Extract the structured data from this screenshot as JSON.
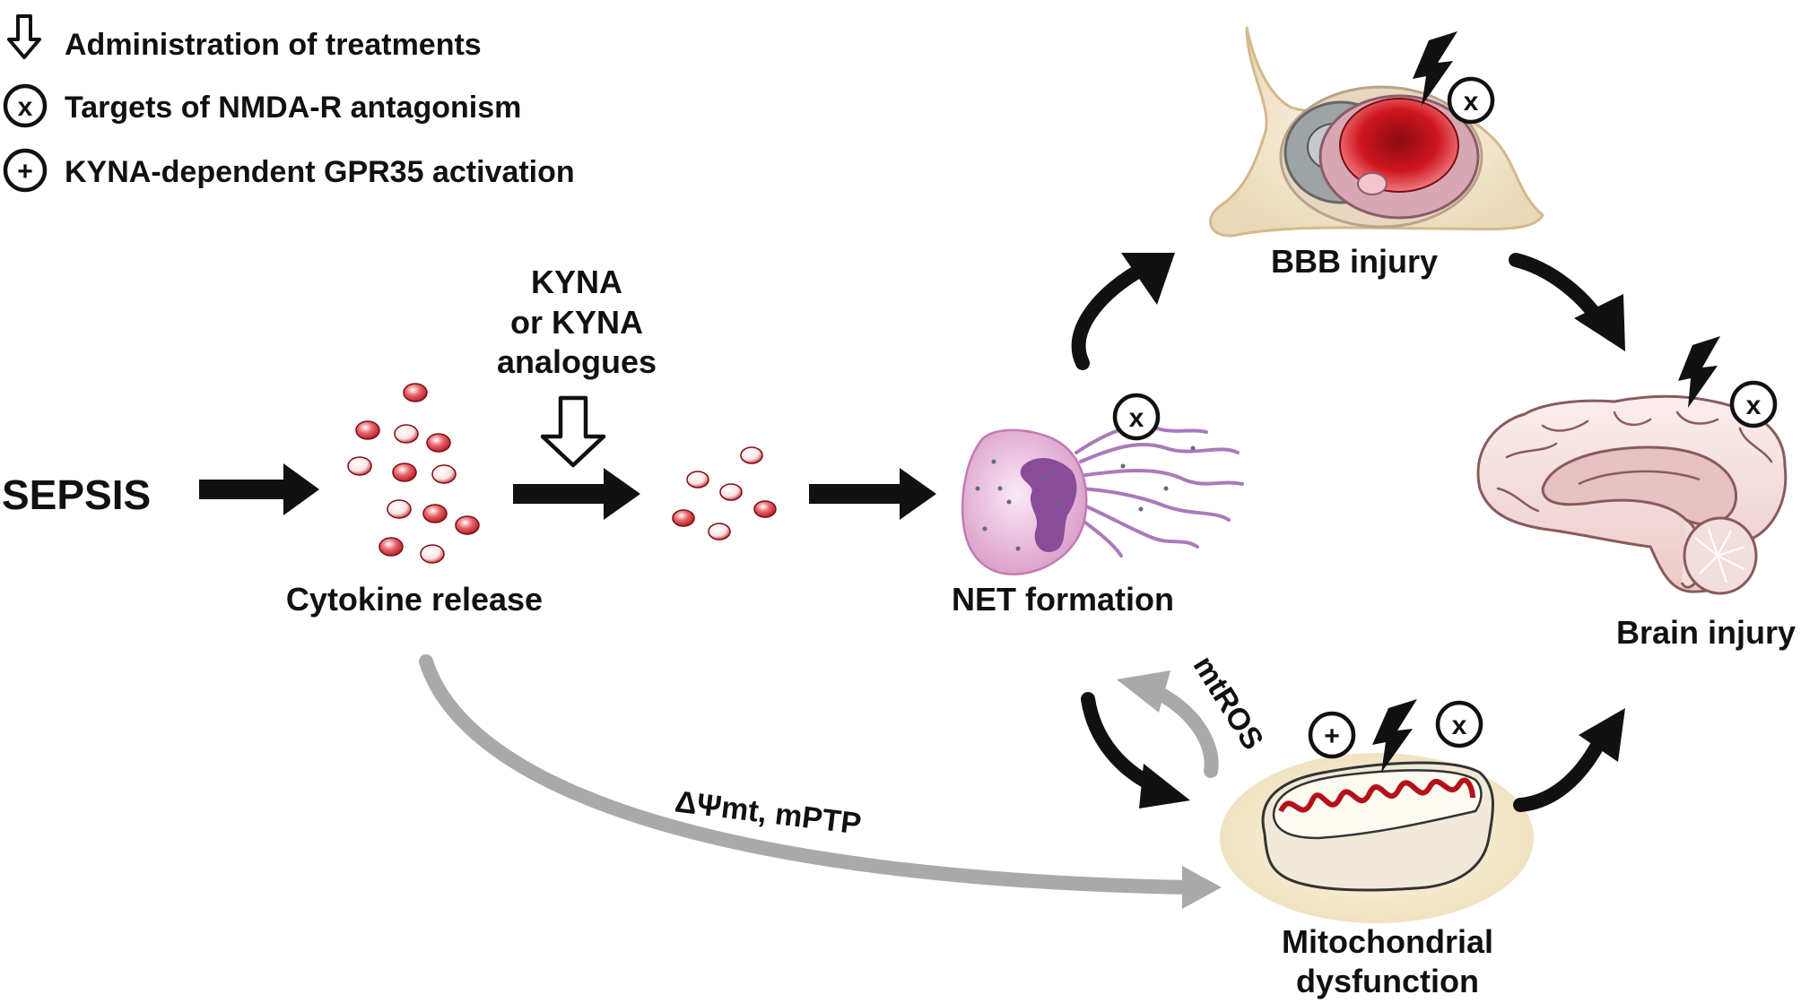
{
  "legend": {
    "administration": "Administration of treatments",
    "nmda": "Targets of NMDA-R antagonism",
    "gpr35": "KYNA-dependent GPR35 activation"
  },
  "symbols": {
    "antagonism": "x",
    "activation": "+"
  },
  "nodes": {
    "sepsis": "SEPSIS",
    "cytokine": "Cytokine release",
    "treatment_line1": "KYNA",
    "treatment_line2": "or KYNA",
    "treatment_line3": "analogues",
    "net": "NET formation",
    "bbb": "BBB injury",
    "brain": "Brain injury",
    "mito_line1": "Mitochondrial",
    "mito_line2": "dysfunction"
  },
  "edge_labels": {
    "mtros": "mtROS",
    "psi": "ΔΨmt, mPTP"
  },
  "colors": {
    "arrow": "#111111",
    "gray_arrow": "#a9a9a9",
    "cytokine_fill": "#c8202b",
    "cytokine_light": "#fbe3e4",
    "net_cell": "#e8b5da",
    "net_nucleus": "#8a4b9a",
    "bbb_bg": "#f7ecd9",
    "bbb_lumen": "#c8141c",
    "brain": "#f3dede",
    "mito_outer": "#f4ecdc",
    "mito_cristae": "#b41218"
  }
}
